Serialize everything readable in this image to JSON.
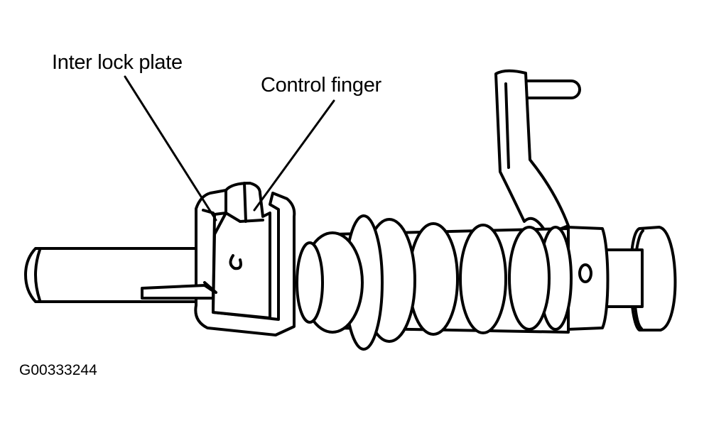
{
  "labels": {
    "interlock_plate": "Inter lock plate",
    "control_finger": "Control finger",
    "figure_id": "G00333244"
  },
  "colors": {
    "line": "#000000",
    "background": "#ffffff"
  }
}
